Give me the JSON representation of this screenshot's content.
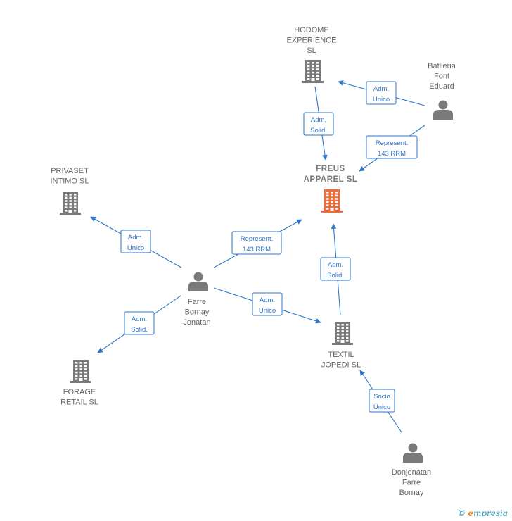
{
  "colors": {
    "edge": "#2f76c8",
    "node_gray": "#7a7a7a",
    "node_main": "#f06a3a"
  },
  "nodes": [
    {
      "id": "hodome",
      "type": "company",
      "lines": [
        "HODOME",
        "EXPERIENCE",
        "SL"
      ],
      "main": false
    },
    {
      "id": "battleria",
      "type": "person",
      "lines": [
        "Batlleria",
        "Font",
        "Eduard"
      ],
      "main": false
    },
    {
      "id": "freus",
      "type": "company",
      "lines": [
        "FREUS",
        "APPAREL  SL"
      ],
      "main": true
    },
    {
      "id": "privaset",
      "type": "company",
      "lines": [
        "PRIVASET",
        "INTIMO  SL"
      ],
      "main": false
    },
    {
      "id": "farre",
      "type": "person",
      "lines": [
        "Farre",
        "Bornay",
        "Jonatan"
      ],
      "main": false
    },
    {
      "id": "forage",
      "type": "company",
      "lines": [
        "FORAGE",
        "RETAIL  SL"
      ],
      "main": false
    },
    {
      "id": "textil",
      "type": "company",
      "lines": [
        "TEXTIL",
        "JOPEDI SL"
      ],
      "main": false
    },
    {
      "id": "donjonatan",
      "type": "person",
      "lines": [
        "Donjonatan",
        "Farre",
        "Bornay"
      ],
      "main": false
    }
  ],
  "relations": [
    {
      "id": "hodome-freus",
      "lines": [
        "Adm.",
        "Solid."
      ]
    },
    {
      "id": "battleria-hodome",
      "lines": [
        "Adm.",
        "Unico"
      ]
    },
    {
      "id": "battleria-freus",
      "lines": [
        "Represent.",
        "143 RRM"
      ]
    },
    {
      "id": "farre-privaset",
      "lines": [
        "Adm.",
        "Unico"
      ]
    },
    {
      "id": "farre-freus",
      "lines": [
        "Represent.",
        "143 RRM"
      ]
    },
    {
      "id": "farre-forage",
      "lines": [
        "Adm.",
        "Solid."
      ]
    },
    {
      "id": "farre-textil",
      "lines": [
        "Adm.",
        "Unico"
      ]
    },
    {
      "id": "textil-freus",
      "lines": [
        "Adm.",
        "Solid."
      ]
    },
    {
      "id": "donjonatan-textil",
      "lines": [
        "Socio",
        "Único"
      ]
    }
  ],
  "brand": {
    "copyright": "©",
    "initial": "e",
    "rest": "mpresia"
  }
}
